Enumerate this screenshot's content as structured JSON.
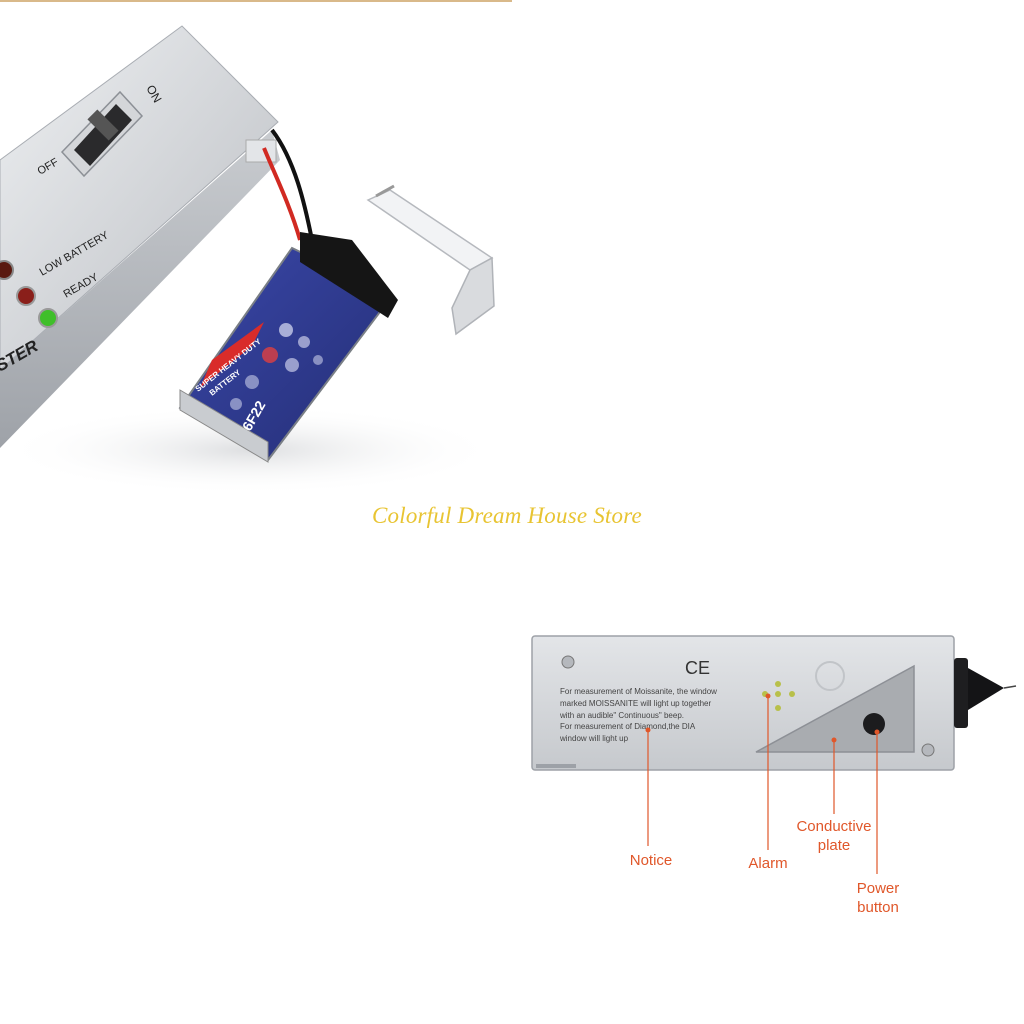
{
  "photo": {
    "switch_on": "ON",
    "switch_off": "OFF",
    "led_low_battery": "LOW BATTERY",
    "led_ready": "READY",
    "brand_fragment": "STER",
    "battery_band": "SUPER HEAVY DUTY",
    "battery_band_2": "BATTERY",
    "battery_model": "6F22"
  },
  "watermark": "Colorful Dream House Store",
  "device": {
    "ce_mark": "CE",
    "notice_lines": [
      "For measurement of Moissanite, the window",
      "marked MOISSANITE will light up together",
      "with an audible\" Continuous\" beep.",
      "For measurement of Diamond,the DIA",
      "window will light up"
    ]
  },
  "callouts": {
    "notice": "Notice",
    "alarm": "Alarm",
    "conductive_plate_1": "Conductive",
    "conductive_plate_2": "plate",
    "power_button_1": "Power",
    "power_button_2": "button"
  },
  "colors": {
    "callout": "#e0572a",
    "watermark": "#e8c432",
    "device_body": "#d7d9dc",
    "battery_blue": "#2f3a8f"
  }
}
